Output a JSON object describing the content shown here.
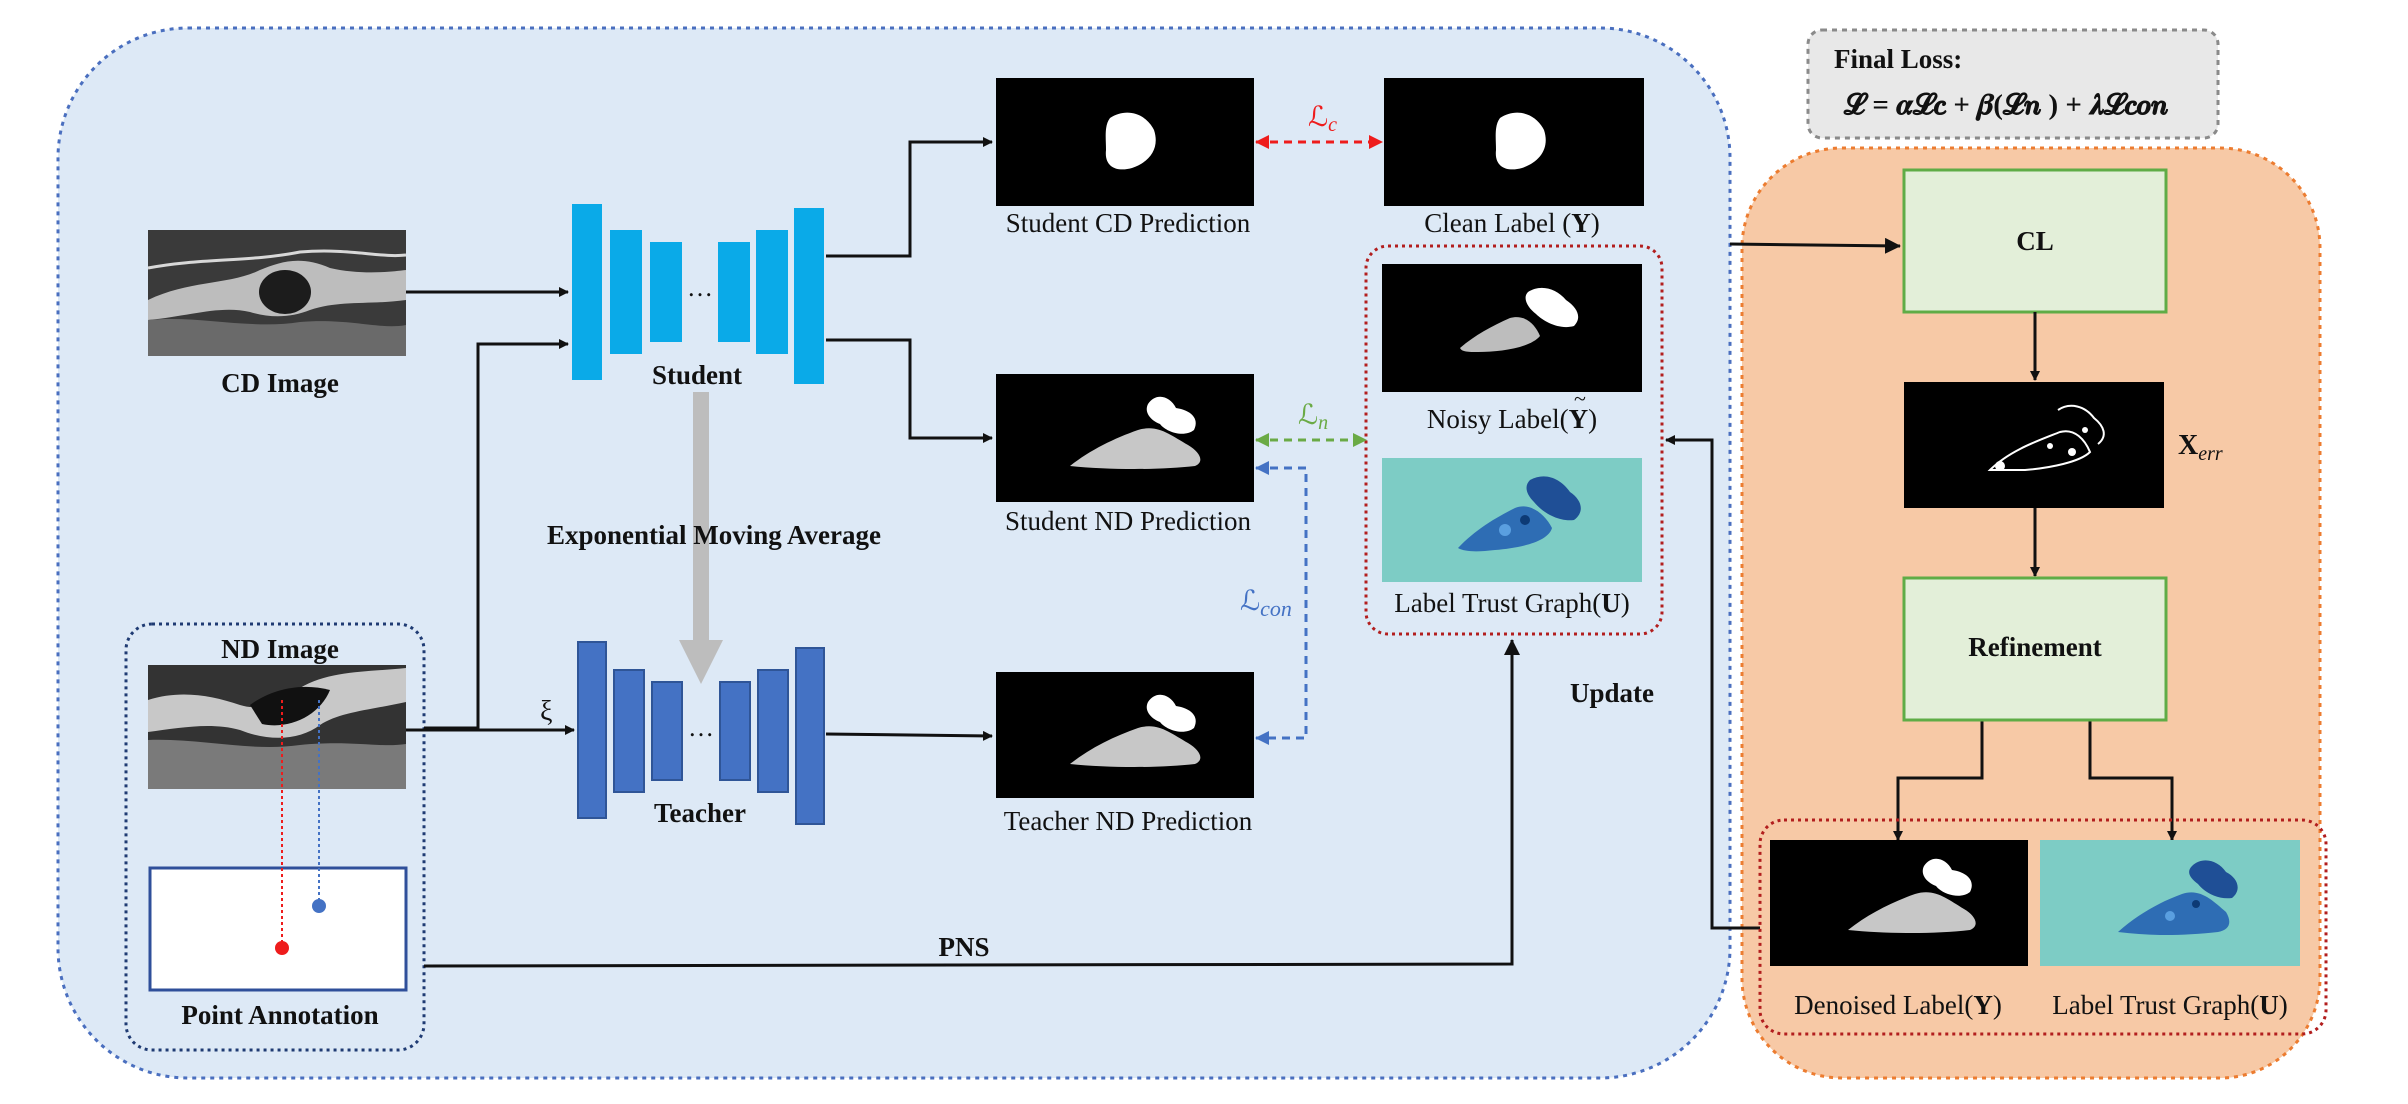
{
  "labels": {
    "cd_image": "CD Image",
    "nd_image": "ND Image",
    "point_annotation": "Point Annotation",
    "student": "Student",
    "teacher": "Teacher",
    "ema": "Exponential Moving Average",
    "xi": "ξ",
    "dots": "…",
    "pns": "PNS",
    "update": "Update",
    "student_cd_prediction": "Student CD Prediction",
    "student_nd_prediction": "Student ND Prediction",
    "teacher_nd_prediction": "Teacher ND Prediction",
    "clean_label_prefix": "Clean Label (",
    "noisy_label_prefix": "Noisy Label(",
    "label_trust_graph_prefix": "Label Trust Graph(",
    "denoised_label_prefix": "Denoised Label(",
    "label_trust_graph_right_prefix": "Label Trust Graph(",
    "symbol_y": "Y",
    "symbol_u": "U",
    "close_paren": ")",
    "tilde": "~",
    "cl": "CL",
    "refinement": "Refinement",
    "x_err_base": "X",
    "x_err_sub": "err"
  },
  "losses": {
    "lc_base": "ℒ",
    "lc_sub": "c",
    "ln_base": "ℒ",
    "ln_sub": "n",
    "lcon_base": "ℒ",
    "lcon_sub": "con"
  },
  "final_loss": {
    "title": "Final Loss:",
    "formula": "𝓛 = 𝜶𝓛𝒄 + 𝜷(𝓛𝒏 ) + 𝝀𝓛𝒄𝒐𝒏"
  },
  "colors": {
    "left_panel_fill": "#dde9f6",
    "left_panel_border": "#4a6fbf",
    "right_panel_fill": "#f7c9a6",
    "right_panel_border": "#ec7c30",
    "student_blue": "#0aaae8",
    "teacher_blue": "#4472c4",
    "green_box_fill": "#e3efd9",
    "green_box_border": "#5fac46",
    "lc_red": "#ee1c1c",
    "ln_green": "#6aaa45",
    "lcon_blue": "#4472c4",
    "ema_gray": "#bdbdbd",
    "trust_bg": "#7dccc5",
    "final_loss_fill": "#e8e8e8"
  }
}
